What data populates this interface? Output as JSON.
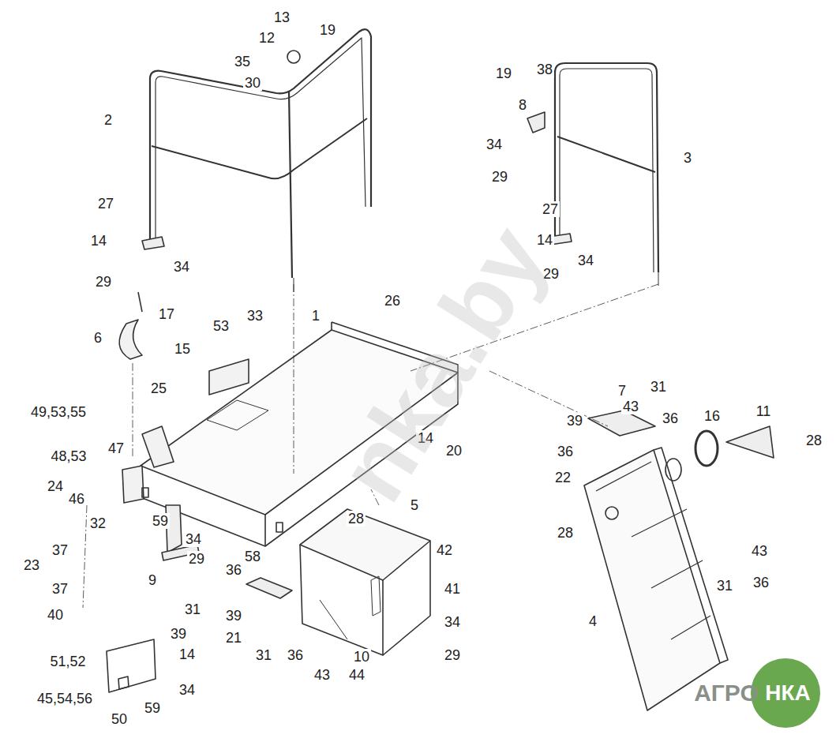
{
  "diagram": {
    "labels": [
      "13",
      "19",
      "12",
      "35",
      "30",
      "2",
      "27",
      "14",
      "34",
      "29",
      "17",
      "6",
      "26",
      "1",
      "33",
      "53",
      "15",
      "25",
      "49,53,55",
      "47",
      "48,53",
      "24",
      "46",
      "32",
      "59",
      "37",
      "34",
      "29",
      "58",
      "23",
      "9",
      "37",
      "36",
      "40",
      "31",
      "39",
      "39",
      "21",
      "14",
      "31",
      "36",
      "43",
      "44",
      "10",
      "34",
      "51,52",
      "45,54,56",
      "50",
      "59",
      "28",
      "5",
      "42",
      "41",
      "34",
      "29",
      "14",
      "20",
      "19",
      "38",
      "8",
      "34",
      "29",
      "3",
      "27",
      "14",
      "34",
      "29",
      "7",
      "31",
      "39",
      "43",
      "36",
      "16",
      "11",
      "28",
      "36",
      "22",
      "28",
      "43",
      "31",
      "36",
      "4",
      "nka.by",
      "АГРО",
      "НКА"
    ]
  }
}
